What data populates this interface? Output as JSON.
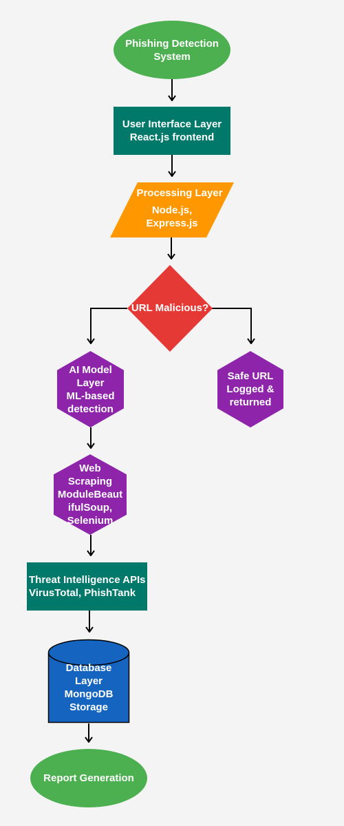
{
  "colors": {
    "background": "#f4f4f4",
    "terminal": "#4caf50",
    "process_box": "#00796b",
    "io_parallelogram": "#ff9800",
    "decision": "#e53935",
    "hexagon": "#8e24aa",
    "database": "#1565c0",
    "database_outline": "#000000",
    "connector": "#000000",
    "text": "#ffffff"
  },
  "nodes": {
    "start": {
      "shape": "ellipse",
      "lines": [
        "Phishing Detection",
        "System"
      ]
    },
    "ui_layer": {
      "shape": "rectangle",
      "lines": [
        "User Interface Layer",
        "React.js frontend"
      ]
    },
    "processing_layer": {
      "shape": "parallelogram",
      "title": "Processing Layer",
      "lines": [
        "Node.js,",
        "Express.js"
      ]
    },
    "url_check": {
      "shape": "diamond",
      "lines": [
        "URL Malicious?"
      ]
    },
    "ai_model": {
      "shape": "hexagon",
      "lines": [
        "AI Model",
        "Layer",
        "ML-based",
        "detection"
      ]
    },
    "safe_url": {
      "shape": "hexagon",
      "lines": [
        "Safe URL",
        "Logged &",
        "returned"
      ]
    },
    "web_scraping": {
      "shape": "hexagon",
      "lines": [
        "Web",
        "Scraping",
        "ModuleBeaut",
        "ifulSoup,",
        "Selenium"
      ]
    },
    "threat_apis": {
      "shape": "rectangle",
      "lines": [
        "Threat Intelligence APIs",
        "VirusTotal, PhishTank"
      ]
    },
    "database": {
      "shape": "cylinder",
      "lines": [
        "Database",
        "Layer",
        "MongoDB",
        "Storage"
      ]
    },
    "report": {
      "shape": "ellipse",
      "lines": [
        "Report Generation"
      ]
    }
  }
}
